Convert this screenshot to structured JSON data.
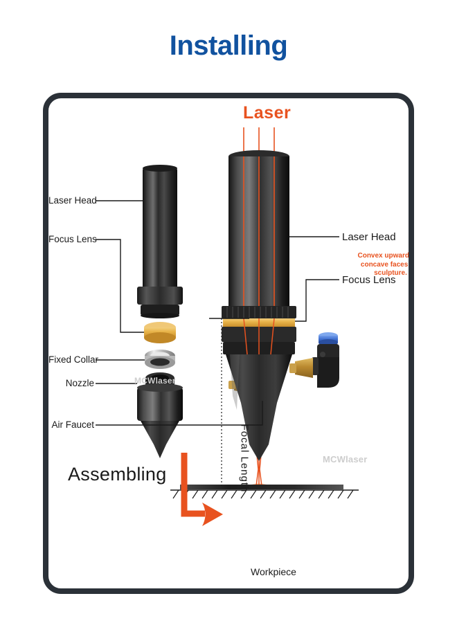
{
  "page": {
    "title": "Installing",
    "title_color": "#11529f",
    "frame_color": "#2b3138",
    "background": "#ffffff"
  },
  "exploded_view": {
    "labels": [
      {
        "id": "laser-head",
        "text": "Laser Head"
      },
      {
        "id": "focus-lens",
        "text": "Focus Lens"
      },
      {
        "id": "fixed-collar",
        "text": "Fixed Collar"
      },
      {
        "id": "nozzle",
        "text": "Nozzle"
      },
      {
        "id": "air-faucet",
        "text": "Air Faucet"
      }
    ],
    "brand_watermark": "MCWlaser",
    "parts": {
      "tube_color": "#2f2f2f",
      "lens_color": "#e8b44a",
      "collar_color": "#c9c9c9",
      "fitting_cap_color": "#3f6fd0",
      "fitting_brass_color": "#b9892f"
    }
  },
  "assembled_view": {
    "laser_label": "Laser",
    "laser_color": "#e8521f",
    "labels": [
      {
        "id": "laser-head-right",
        "text": "Laser Head"
      },
      {
        "id": "focus-lens-right",
        "text": "Focus Lens"
      }
    ],
    "lens_note": "Convex upward, the concave faces the sculpture.",
    "focal_length_label": "Focal Length",
    "workpiece_label": "Workpiece",
    "brand_watermark": "MCWlaser"
  },
  "callout": {
    "assembling_label": "Assembling",
    "arrow_color": "#e8521f"
  }
}
